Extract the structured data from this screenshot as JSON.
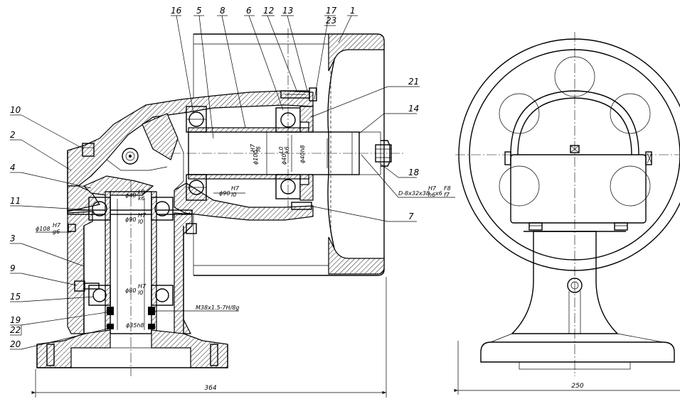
{
  "callouts": [
    {
      "id": "c1",
      "text": "1"
    },
    {
      "id": "c2",
      "text": "2"
    },
    {
      "id": "c3",
      "text": "3"
    },
    {
      "id": "c4",
      "text": "4"
    },
    {
      "id": "c5",
      "text": "5"
    },
    {
      "id": "c6",
      "text": "6"
    },
    {
      "id": "c7",
      "text": "7"
    },
    {
      "id": "c8",
      "text": "8"
    },
    {
      "id": "c9",
      "text": "9"
    },
    {
      "id": "c10",
      "text": "10"
    },
    {
      "id": "c11",
      "text": "11"
    },
    {
      "id": "c12",
      "text": "12"
    },
    {
      "id": "c13",
      "text": "13"
    },
    {
      "id": "c14",
      "text": "14"
    },
    {
      "id": "c15",
      "text": "15"
    },
    {
      "id": "c16",
      "text": "16"
    },
    {
      "id": "c17",
      "text": "17"
    },
    {
      "id": "c18",
      "text": "18"
    },
    {
      "id": "c19",
      "text": "19"
    },
    {
      "id": "c20",
      "text": "20"
    },
    {
      "id": "c21",
      "text": "21"
    },
    {
      "id": "c22",
      "text": "22"
    },
    {
      "id": "c23",
      "text": "23"
    }
  ],
  "dimensions": {
    "overall_length": "364",
    "overall_width": "250",
    "fit_phi100": "ϕ100 H7/ϕ100 f6",
    "fit_phi100_main": "ϕ100",
    "fit_phi100_num": "H7",
    "fit_phi100_den": "f6",
    "fit_phi108_main": "ϕ108",
    "fit_phi108_num": "H7",
    "fit_phi108_den": "g6",
    "fit_phi40_main": "ϕ40",
    "fit_phi40_num": "L0",
    "fit_phi40_den": "k6",
    "fit_phi90a_main": "ϕ90",
    "fit_phi90a_num": "H7",
    "fit_phi90a_den": "l0",
    "fit_phi90b_main": "ϕ90",
    "fit_phi90b_num": "H7",
    "fit_phi90b_den": "l0",
    "fit_phi80_main": "ϕ80",
    "fit_phi80_num": "H7",
    "fit_phi80_den": "l0",
    "fit_phi40k6_main": "ϕ40",
    "fit_phi40k6_num": "L0",
    "fit_phi40k6_den": "k6",
    "fit_phi40h8": "ϕ40h8",
    "fit_phi35h8": "ϕ35h8",
    "spline_main": "D-8x32x38",
    "spline_num1": "H7",
    "spline_den1": "h6",
    "spline_mid": "x6",
    "spline_num2": "F8",
    "spline_den2": "f7",
    "thread": "M38x1.5-7H/8g"
  }
}
